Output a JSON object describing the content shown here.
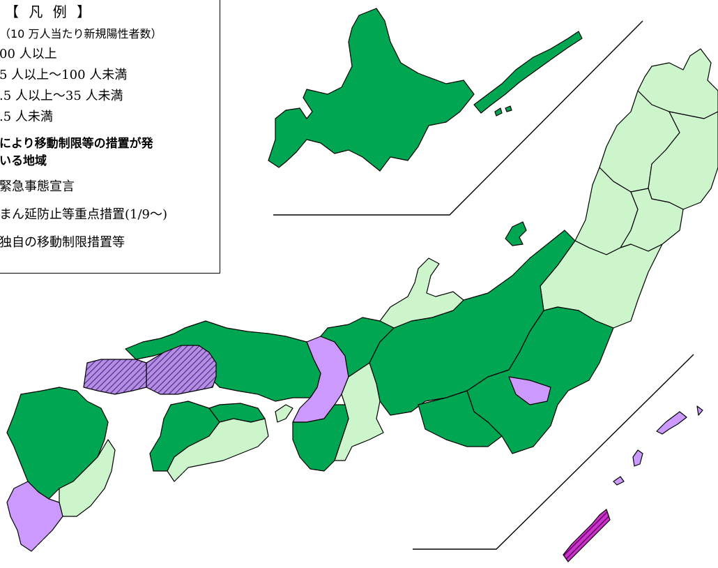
{
  "legend": {
    "title": "【 凡 例 】",
    "subtitle": "（10 万人当たり新規陽性者数）",
    "levels": [
      {
        "label": "00 人以上",
        "color": "#ffffff"
      },
      {
        "label": "5 人以上～100 人未満",
        "color": "#ffffff"
      },
      {
        "label": ".5 人以上～35 人未満",
        "color": "#00a651"
      },
      {
        "label": ".5 人未満",
        "color": "#ccf5cc"
      }
    ],
    "measures_heading_1": "により移動制限等の措置が発",
    "measures_heading_2": "いる地域",
    "measures": [
      {
        "label": "緊急事態宣言"
      },
      {
        "label": "まん延防止等重点措置(1/9～)"
      },
      {
        "label": "独自の移動制限措置等"
      }
    ]
  },
  "colors": {
    "dark_green": "#00a651",
    "light_green": "#ccf5cc",
    "lavender": "#cc99ff",
    "hatched_purple": "#9966cc",
    "magenta_hatch": "#990099"
  },
  "chart_data": {
    "type": "map",
    "regions": [
      {
        "name": "Hokkaido",
        "category": "dark_green"
      },
      {
        "name": "Tohoku north",
        "category": "light_green"
      },
      {
        "name": "Tohoku south",
        "category": "light_green"
      },
      {
        "name": "Kanto",
        "category": "dark_green"
      },
      {
        "name": "Tokyo",
        "category": "lavender"
      },
      {
        "name": "Chubu",
        "category": "dark_green"
      },
      {
        "name": "Hokuriku",
        "category": "light_green"
      },
      {
        "name": "Kyoto/Osaka",
        "category": "lavender"
      },
      {
        "name": "Nara/Mie",
        "category": "light_green"
      },
      {
        "name": "Wakayama",
        "category": "dark_green"
      },
      {
        "name": "Chugoku",
        "category": "dark_green"
      },
      {
        "name": "Hiroshima",
        "category": "hatched_purple"
      },
      {
        "name": "Yamaguchi",
        "category": "hatched_purple"
      },
      {
        "name": "Shikoku west",
        "category": "dark_green"
      },
      {
        "name": "Shikoku east",
        "category": "light_green"
      },
      {
        "name": "Kyushu",
        "category": "dark_green"
      },
      {
        "name": "Miyazaki",
        "category": "light_green"
      },
      {
        "name": "Kagoshima",
        "category": "lavender"
      },
      {
        "name": "Okinawa",
        "category": "magenta_hatch"
      },
      {
        "name": "Nansei islands",
        "category": "lavender"
      }
    ]
  }
}
